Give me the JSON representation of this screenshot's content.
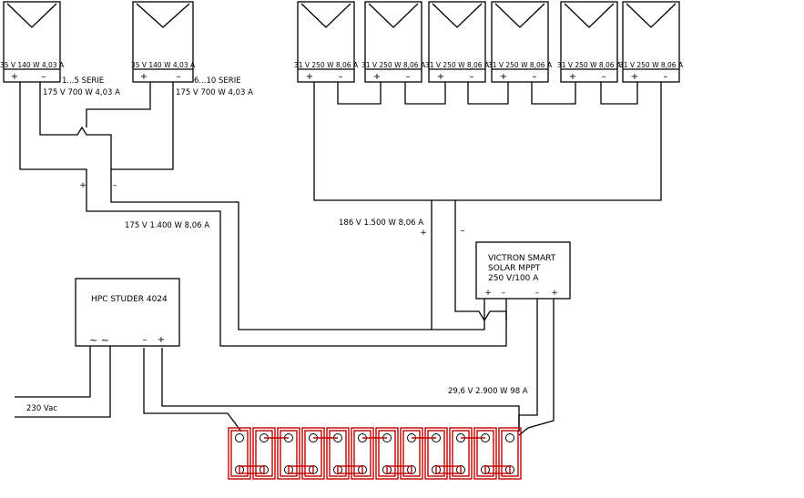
{
  "panels_small": {
    "left": {
      "spec": "35 V 140 W 4,03 A",
      "plus": "+",
      "minus": "–"
    },
    "right": {
      "spec": "35 V 140 W 4,03 A",
      "plus": "+",
      "minus": "–"
    },
    "string1_label": "1...5 SERIE",
    "string2_label": "6...10 SERIE",
    "string1_spec": "175 V 700 W 4,03 A",
    "string2_spec": "175 V 700 W 4,03 A",
    "combined_spec": "175 V 1.400 W 8,06 A",
    "combiner_plus": "+",
    "combiner_minus": "–"
  },
  "panels_large": {
    "items": [
      {
        "spec": "31 V 250 W 8,06 A",
        "plus": "+",
        "minus": "–"
      },
      {
        "spec": "31 V 250 W 8,06 A",
        "plus": "+",
        "minus": "–"
      },
      {
        "spec": "31 V 250 W 8,06 A",
        "plus": "+",
        "minus": "–"
      },
      {
        "spec": "31 V 250 W 8,06 A",
        "plus": "+",
        "minus": "–"
      },
      {
        "spec": "31 V 250 W 8,06 A",
        "plus": "+",
        "minus": "–"
      },
      {
        "spec": "31 V 250 W 8,06 A",
        "plus": "+",
        "minus": "–"
      }
    ],
    "string_spec": "186 V 1.500 W 8,06 A",
    "string_plus": "+",
    "string_minus": "–"
  },
  "mppt": {
    "line1": "VICTRON SMART",
    "line2": "SOLAR MPPT",
    "line3": "250 V/100 A",
    "terminals": [
      "+",
      "–",
      "–",
      "+"
    ]
  },
  "inverter": {
    "title": "HPC STUDER 4024",
    "ac_symbols": "~ ~",
    "dc_minus": "–",
    "dc_plus": "+",
    "ac_label": "230 Vac"
  },
  "battery_bank": {
    "spec": "29,6 V 2.900 W 98 A"
  },
  "colors": {
    "wire": "#000000",
    "battery": "#c00000"
  }
}
